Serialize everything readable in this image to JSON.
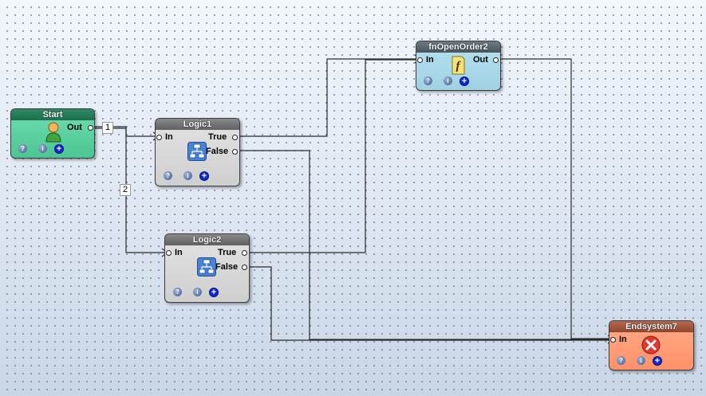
{
  "nodes": {
    "start": {
      "title": "Start",
      "out": "Out"
    },
    "logic1": {
      "title": "Logic1",
      "in": "In",
      "true": "True",
      "false": "False"
    },
    "logic2": {
      "title": "Logic2",
      "in": "In",
      "true": "True",
      "false": "False"
    },
    "fn": {
      "title": "fnOpenOrder2",
      "in": "In",
      "out": "Out"
    },
    "end": {
      "title": "Endsystem7",
      "in": "In"
    }
  },
  "buttons": {
    "help": "?",
    "info": "i",
    "add": "+"
  },
  "link_labels": {
    "one": "1",
    "two": "2"
  },
  "icons": {
    "start": "user-icon",
    "logic": "flowchart-icon",
    "fn": "function-icon",
    "end": "error-x-icon"
  }
}
